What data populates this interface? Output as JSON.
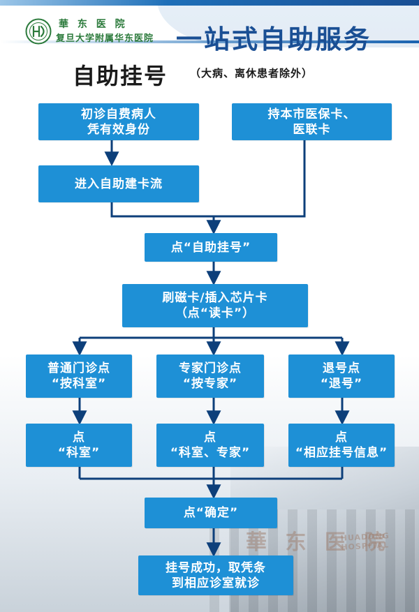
{
  "header": {
    "hospital_name_line1": "華 东 医 院",
    "hospital_name_line2": "复旦大学附属华东医院",
    "main_title": "一站式自助服务"
  },
  "section": {
    "title": "自助挂号",
    "note": "（大病、离休患者除外）"
  },
  "flow": {
    "start_left": [
      "初诊自费病人",
      "凭有效身份"
    ],
    "start_right": [
      "持本市医保卡、",
      "医联卡"
    ],
    "create_card": [
      "进入自助建卡流"
    ],
    "click_register": [
      "点“自助挂号”"
    ],
    "swipe_card": [
      "刷磁卡/插入芯片卡",
      "（点“读卡”）"
    ],
    "branch_general": [
      "普通门诊点",
      "“按科室”"
    ],
    "branch_expert": [
      "专家门诊点",
      "“按专家”"
    ],
    "branch_refund": [
      "退号点",
      "“退号”"
    ],
    "click_dept": [
      "点",
      "“科室”"
    ],
    "click_dept_expert": [
      "点",
      "“科室、专家”"
    ],
    "click_reg_info": [
      "点",
      "“相应挂号信息”"
    ],
    "confirm": [
      "点“确定”"
    ],
    "success": [
      "挂号成功，取凭条",
      "到相应诊室就诊"
    ]
  },
  "background": {
    "building_sign_left": "華 东 医 院",
    "building_sign_right": "HUADONG HOSPITAL"
  },
  "colors": {
    "box_fill": "#1e90d6",
    "arrow": "#0d3f7a",
    "title_blue": "#1a4f94",
    "logo_green": "#2b7a3b"
  }
}
